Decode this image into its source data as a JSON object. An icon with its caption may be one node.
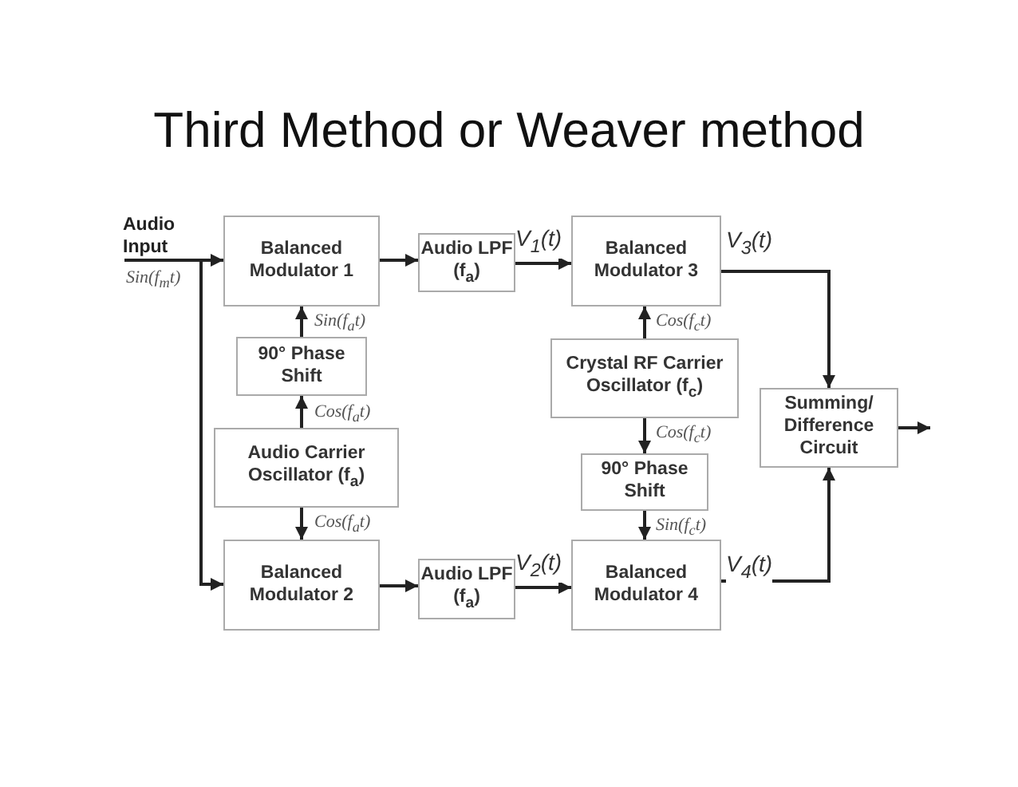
{
  "diagram": {
    "title": "Third Method or Weaver method",
    "nodes": [
      {
        "text": [
          "Audio Input"
        ]
      },
      {
        "text": [
          "Balanced Modulator 1"
        ]
      },
      {
        "text": [
          "90° Phase Shift"
        ]
      },
      {
        "text": [
          "Audio Carrier Oscillator (f$_{a}$)"
        ]
      },
      {
        "text": [
          "Balanced Modulator 2"
        ]
      },
      {
        "text": [
          "Audio LPF (f$_{a}$)"
        ]
      },
      {
        "text": [
          "Audio LPF (f$_{a}$)"
        ]
      },
      {
        "text": [
          "Balanced Modulator 3"
        ]
      },
      {
        "text": [
          "Crystal RF Carrier Oscillator (f$_{c}$)"
        ]
      },
      {
        "text": [
          "90° Phase Shift"
        ]
      },
      {
        "text": [
          "Balanced Modulator 4"
        ]
      },
      {
        "text": [
          "Summing/ Difference Circuit"
        ]
      }
    ],
    "edges": [
      {
        "from": 0,
        "to": 1,
        "arrow": "to",
        "label": "Sin(f$_{m}$t)"
      },
      {
        "from": 0,
        "to": 4,
        "arrow": "to"
      },
      {
        "from": 2,
        "to": 1,
        "arrow": "to",
        "label": "Sin(f$_{a}$t)"
      },
      {
        "from": 3,
        "to": 2,
        "arrow": "to",
        "label": "Cos(f$_{a}$t)"
      },
      {
        "from": 3,
        "to": 4,
        "arrow": "to",
        "label": "Cos(f$_{a}$t)"
      },
      {
        "from": 1,
        "to": 5,
        "arrow": "to"
      },
      {
        "from": 4,
        "to": 6,
        "arrow": "to"
      },
      {
        "from": 5,
        "to": 7,
        "arrow": "to",
        "label": "V$_{1}$(t)"
      },
      {
        "from": 6,
        "to": 10,
        "arrow": "to",
        "label": "V$_{2}$(t)"
      },
      {
        "from": 8,
        "to": 7,
        "arrow": "to",
        "label": "Cos(f$_{c}$t)"
      },
      {
        "from": 8,
        "to": 9,
        "arrow": "to",
        "label": "Cos(f$_{c}$t)"
      },
      {
        "from": 9,
        "to": 10,
        "arrow": "to",
        "label": "Sin(f$_{c}$t)"
      },
      {
        "from": 7,
        "to": 11,
        "arrow": "to",
        "label": "V$_{3}$(t)"
      },
      {
        "from": 10,
        "to": 11,
        "arrow": "to",
        "label": "V$_{4}$(t)"
      },
      {
        "from": 11,
        "to": null,
        "arrow": "to"
      }
    ]
  }
}
